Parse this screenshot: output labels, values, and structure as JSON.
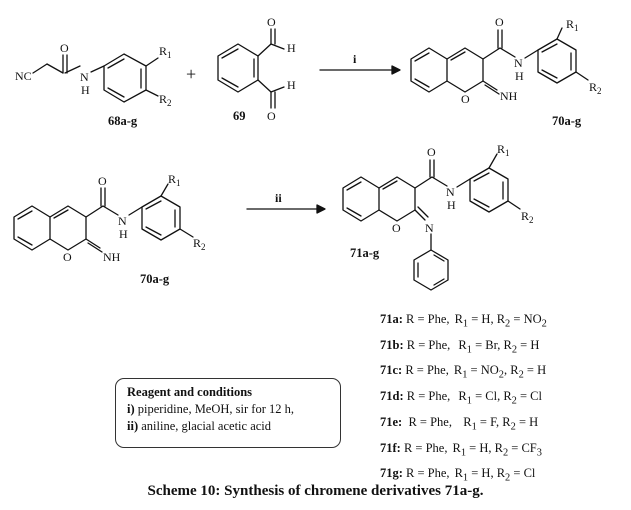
{
  "labels": {
    "cmpd_68": "68a-g",
    "cmpd_69": "69",
    "cmpd_70_top": "70a-g",
    "cmpd_70_left": "70a-g",
    "cmpd_71": "71a-g"
  },
  "atoms": {
    "nc": "NC",
    "o": "O",
    "nh": "NH",
    "n": "N",
    "h": "H",
    "r1": "R",
    "r2": "R",
    "sub1": "1",
    "sub2": "2",
    "plus": "+"
  },
  "arrows": {
    "step1": "i",
    "step2": "ii"
  },
  "conditions": {
    "title": "Reagent and conditions",
    "step1_num": "i)",
    "step1_text": "piperidine, MeOH, sir for 12 h,",
    "step2_num": "ii)",
    "step2_text": "aniline, glacial acetic acid"
  },
  "substituents": [
    {
      "code": "71a:",
      "R": "R = Phe,",
      "R1": "H",
      "R2": "NO",
      "R2sub": "2"
    },
    {
      "code": "71b:",
      "R": "R = Phe,",
      "R1": "Br",
      "R2": "H",
      "R2sub": ""
    },
    {
      "code": "71c:",
      "R": "R = Phe,",
      "R1": "NO",
      "R1sub": "2",
      "R2": "H",
      "R2sub": ""
    },
    {
      "code": "71d:",
      "R": "R = Phe,",
      "R1": "Cl",
      "R2": "Cl",
      "R2sub": ""
    },
    {
      "code": "71e:",
      "R": "R = Phe,",
      "R1": "F",
      "R2": "H",
      "R2sub": ""
    },
    {
      "code": "71f:",
      "R": "R = Phe,",
      "R1": "H",
      "R2": "CF",
      "R2sub": "3"
    },
    {
      "code": "71g:",
      "R": "R = Phe,",
      "R1": "H",
      "R2": "Cl",
      "R2sub": ""
    }
  ],
  "caption": "Scheme 10: Synthesis of chromene derivatives 71a-g."
}
